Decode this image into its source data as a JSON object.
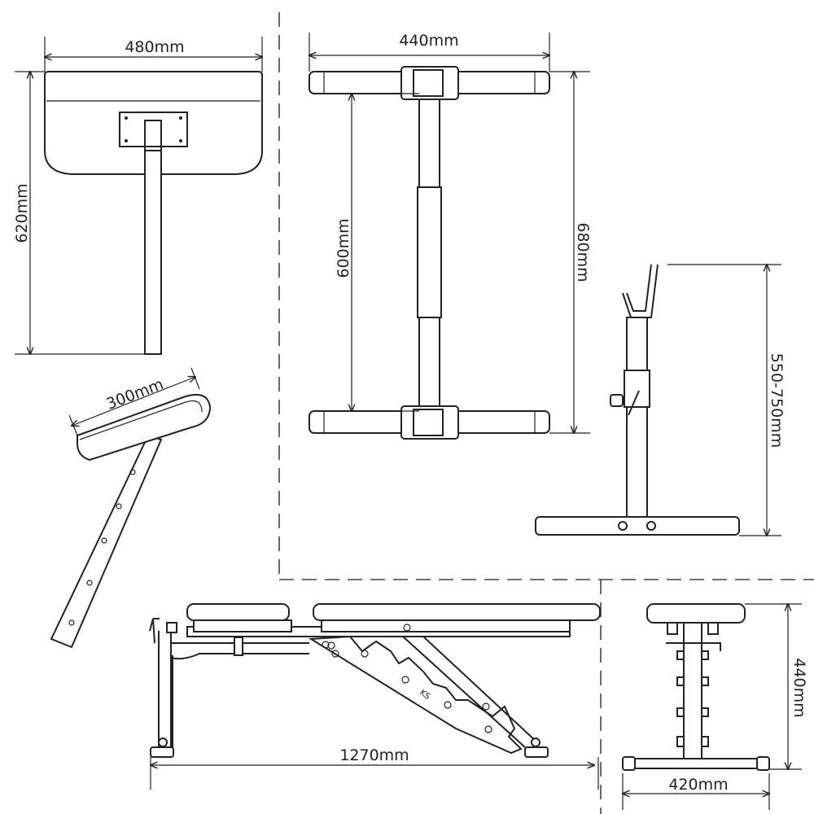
{
  "title": "Adjustable bench with preacher curl attachment - dimension drawing",
  "views": {
    "preacher_pad_front": {
      "width_label": "480mm",
      "height_label": "620mm"
    },
    "preacher_pad_side": {
      "length_label": "300mm"
    },
    "top_view": {
      "width_label": "440mm",
      "inner_length_label": "600mm",
      "outer_length_label": "680mm"
    },
    "stand_side": {
      "height_label": "550-750mm"
    },
    "bench_side": {
      "length_label": "1270mm",
      "logo_text": "KS"
    },
    "bench_front": {
      "height_label": "440mm",
      "width_label": "420mm"
    }
  }
}
